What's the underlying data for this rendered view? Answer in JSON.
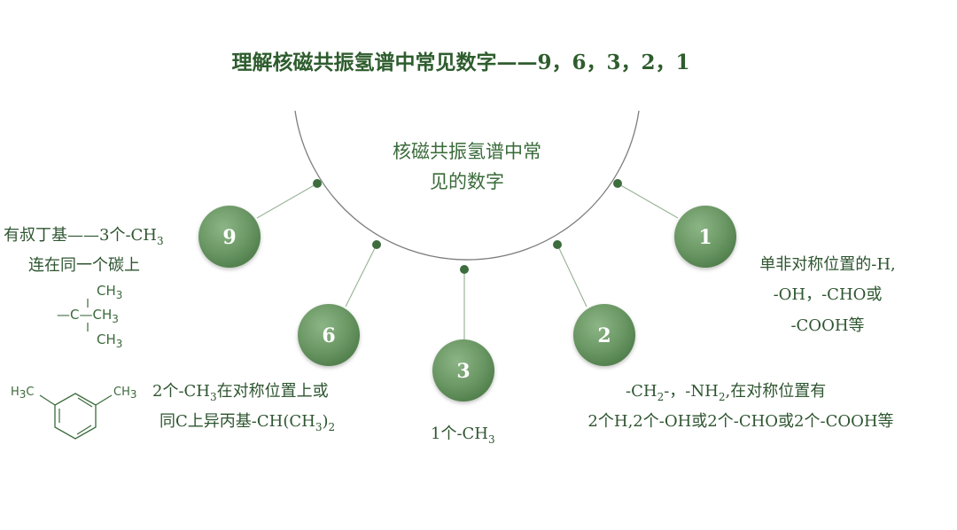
{
  "title": "理解核磁共振氢谱中常见数字——9，6，3，2，1",
  "center": {
    "line1": "核磁共振氢谱中常",
    "line2": "见的数字"
  },
  "colors": {
    "primary_green": "#5f8f5a",
    "arc_gray": "#7a7a7a",
    "text_green": "#2e5530"
  },
  "nodes": {
    "n9": {
      "number": "9",
      "desc": {
        "line1": "有叔丁基——3个-CH",
        "line1_sub": "3",
        "line2": "连在同一个碳上"
      },
      "structure": {
        "top": "CH",
        "top_sub": "3",
        "mid_prefix": "—C—CH",
        "mid_sub": "3",
        "bottom": "CH",
        "bottom_sub": "3"
      }
    },
    "n6": {
      "number": "6",
      "desc": {
        "line1_a": "2个-CH",
        "line1_sub": "3",
        "line1_b": "在对称位置上或",
        "line2_a": "同C上异丙基-CH(CH",
        "line2_sub": "3",
        "line2_b": ")",
        "line2_sub2": "2"
      },
      "structure": {
        "left": "H",
        "left_sub": "3",
        "left_c": "C",
        "right": "CH",
        "right_sub": "3"
      }
    },
    "n3": {
      "number": "3",
      "desc": {
        "text": "1个-CH",
        "sub": "3"
      }
    },
    "n2": {
      "number": "2",
      "desc": {
        "line1_a": "-CH",
        "line1_sub": "2",
        "line1_b": "-，-NH",
        "line1_sub2": "2",
        "line1_c": ",在对称位置有",
        "line2": "2个H,2个-OH或2个-CHO或2个-COOH等"
      }
    },
    "n1": {
      "number": "1",
      "desc": {
        "line1": "单非对称位置的-H,",
        "line2": "-OH，-CHO或",
        "line3": "-COOH等"
      }
    }
  }
}
